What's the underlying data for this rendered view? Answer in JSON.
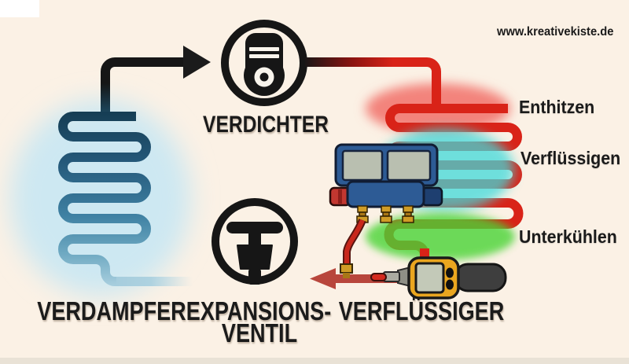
{
  "watermark": "www.kreativekiste.de",
  "components": {
    "verdampfer": {
      "label": "VERDAMPFER"
    },
    "verdichter": {
      "label": "VERDICHTER"
    },
    "expansionsventil": {
      "label_line1": "EXPANSIONS-",
      "label_line2": "VENTIL"
    },
    "verfluessiger": {
      "label": "VERFLÜSSIGER"
    }
  },
  "zones": [
    {
      "label": "Enthitzen",
      "glow_color": "#f3837b"
    },
    {
      "label": "Verflüssigen",
      "glow_color": "#3fd9da"
    },
    {
      "label": "Unterkühlen",
      "glow_color": "#49d434"
    }
  ],
  "colors": {
    "background": "#fbf1e5",
    "pipe_black": "#1b1b1b",
    "evaporator_blue_dark": "#153c52",
    "evaporator_blue_light": "#a6cddd",
    "refrigerant_red": "#d92318",
    "arrow_red": "#b8463c",
    "manifold_blue": "#2d5b95",
    "brass": "#cf9c26",
    "thermometer_yellow": "#eaa61f"
  }
}
